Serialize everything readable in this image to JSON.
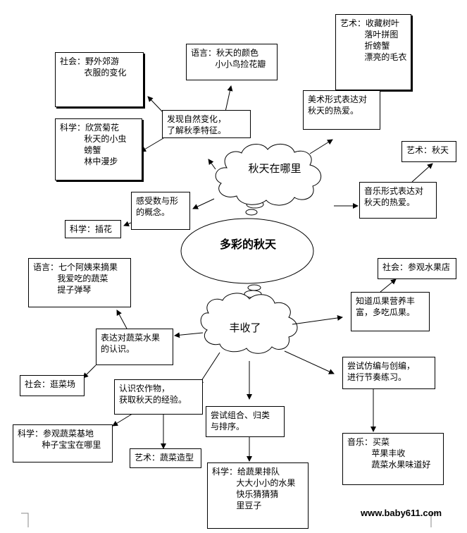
{
  "center": {
    "title": "多彩的秋天"
  },
  "hubs": {
    "autumn": "秋天在哪里",
    "harvest": "丰收了"
  },
  "nodes": {
    "social_outing": "社会：野外郊游\n         衣服的变化",
    "language_autumn": "语言：秋天的颜色\n         小小鸟捡花瓣",
    "art_leaves": "艺术：收藏树叶\n         落叶拼图\n         折螃蟹\n         漂亮的毛衣",
    "discover_change": "发现自然变化，\n了解秋季特征。",
    "science_chrysanthemum": "科学：欣赏菊花\n         秋天的小虫\n         螃蟹\n         林中漫步",
    "art_form": "美术形式表达对\n秋天的热爱。",
    "art_autumn": "艺术：秋天",
    "music_form": "音乐形式表达对\n秋天的热爱。",
    "number_shape": "感受数与形\n的概念。",
    "science_flower": "科学：插花",
    "language_aunts": "语言：七个阿姨来摘果\n         我爱吃的蔬菜\n         提子弹琴",
    "social_fruit": "社会：参观水果店",
    "fruit_nutrition": "知道瓜果营养丰\n富，多吃瓜果。",
    "express_veg": "表达对蔬菜水果\n的认识。",
    "social_market": "社会：逛菜场",
    "imitate_create": "尝试仿编与创编，\n进行节奏练习。",
    "recognize_crops": "认识农作物，\n获取秋天的经验。",
    "combine_sort": "尝试组合、归类\n与排序。",
    "science_base": "科学：参观蔬菜基地\n         种子宝宝在哪里",
    "art_veg": "艺术：蔬菜造型",
    "music_buy": "音乐：买菜\n         苹果丰收\n         蔬菜水果味道好",
    "science_queue": "科学：给蔬果排队\n         大大小小的水果\n         快乐猜猜猜\n         里豆子"
  },
  "watermark": "www.baby611.com"
}
